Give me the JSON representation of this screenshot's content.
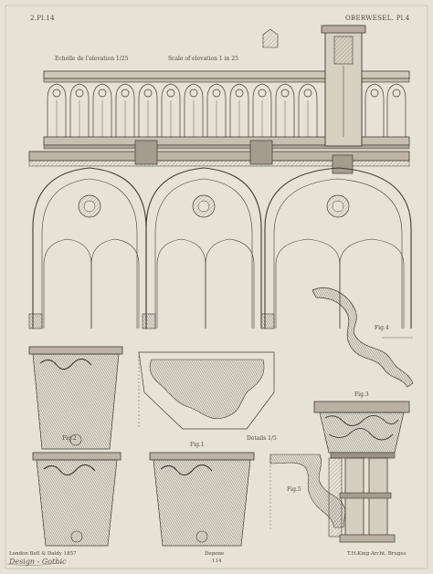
{
  "plate": {
    "plate_number": "2.Pl.14",
    "location": "OBERWESEL. Pl.4",
    "scale_french": "Echelle de l'elevation 1/25",
    "scale_english": "Scale of elevation 1 in 25",
    "details_scale": "Details 1/5",
    "publisher": "London Bell & Daldy 1857",
    "depone": "Depone",
    "number": "114",
    "author": "T.H.King Archt. Bruges",
    "inscription": "Design - Gothic"
  },
  "figures": {
    "fig1": "Fig.1",
    "fig2": "Fig.2",
    "fig3": "Fig.3",
    "fig4": "Fig.4",
    "fig5": "Fig.5"
  },
  "colors": {
    "paper": "#e7e2d6",
    "ink": "#3f3b36",
    "stone": "#cfc9bc",
    "shadow": "#8f897e"
  }
}
